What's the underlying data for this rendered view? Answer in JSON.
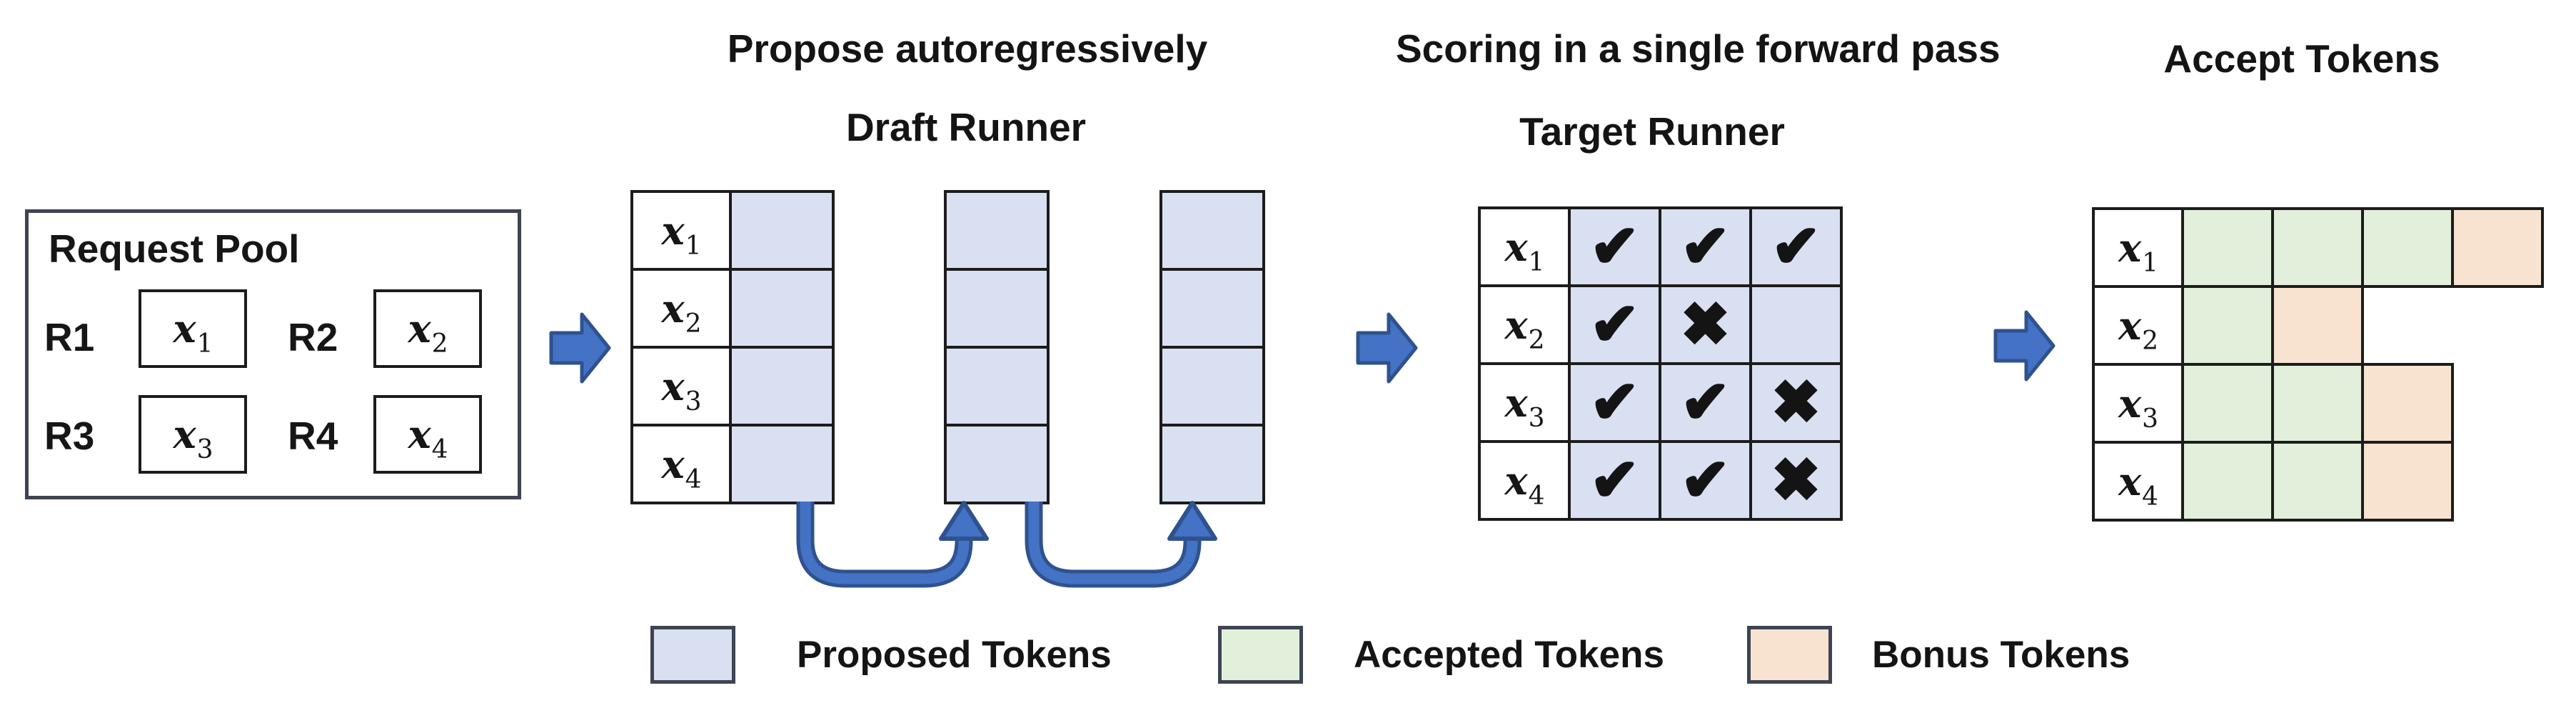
{
  "palette": {
    "proposed_fill": "#d9e0f1",
    "accepted_fill": "#e2efda",
    "bonus_fill": "#f8e3d1",
    "arrow_fill": "#4472c4",
    "arrow_outline": "#2f528f",
    "table_border": "#1c1c1c",
    "panel_border": "#3d4452"
  },
  "request_pool": {
    "title": "Request Pool",
    "items": [
      {
        "id": "R1",
        "var": "x",
        "sub": "1"
      },
      {
        "id": "R2",
        "var": "x",
        "sub": "2"
      },
      {
        "id": "R3",
        "var": "x",
        "sub": "3"
      },
      {
        "id": "R4",
        "var": "x",
        "sub": "4"
      }
    ]
  },
  "draft": {
    "title": "Propose autoregressively",
    "subtitle": "Draft Runner",
    "steps": 3,
    "rows": [
      {
        "var": "x",
        "sub": "1"
      },
      {
        "var": "x",
        "sub": "2"
      },
      {
        "var": "x",
        "sub": "3"
      },
      {
        "var": "x",
        "sub": "4"
      }
    ]
  },
  "target": {
    "title": "Scoring in a single forward pass",
    "subtitle": "Target Runner",
    "rows": [
      {
        "var": "x",
        "sub": "1",
        "marks": [
          "✔",
          "✔",
          "✔"
        ]
      },
      {
        "var": "x",
        "sub": "2",
        "marks": [
          "✔",
          "✖",
          ""
        ]
      },
      {
        "var": "x",
        "sub": "3",
        "marks": [
          "✔",
          "✔",
          "✖"
        ]
      },
      {
        "var": "x",
        "sub": "4",
        "marks": [
          "✔",
          "✔",
          "✖"
        ]
      }
    ]
  },
  "accept": {
    "title": "Accept Tokens",
    "rows": [
      {
        "var": "x",
        "sub": "1",
        "cells": [
          "accepted",
          "accepted",
          "accepted",
          "bonus"
        ]
      },
      {
        "var": "x",
        "sub": "2",
        "cells": [
          "accepted",
          "bonus"
        ]
      },
      {
        "var": "x",
        "sub": "3",
        "cells": [
          "accepted",
          "accepted",
          "bonus"
        ]
      },
      {
        "var": "x",
        "sub": "4",
        "cells": [
          "accepted",
          "accepted",
          "bonus"
        ]
      }
    ]
  },
  "legend": [
    {
      "swatch": "proposed",
      "label": "Proposed Tokens"
    },
    {
      "swatch": "accepted",
      "label": "Accepted Tokens"
    },
    {
      "swatch": "bonus",
      "label": "Bonus Tokens"
    }
  ]
}
